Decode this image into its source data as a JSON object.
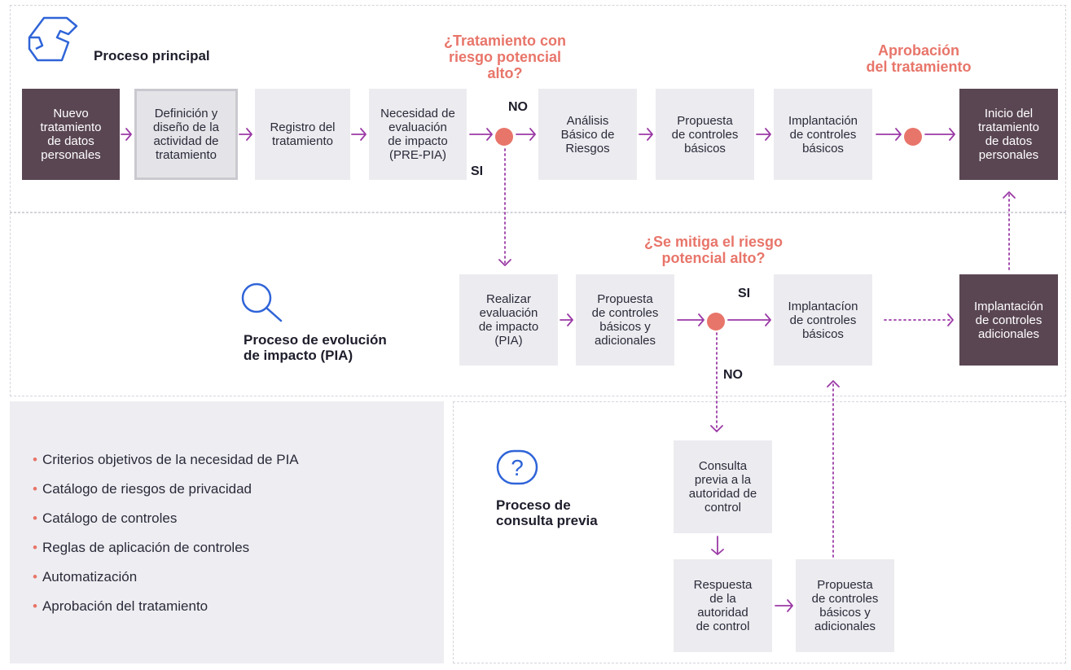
{
  "colors": {
    "accent": "#e8756a",
    "arrow": "#9b3aa6",
    "dark_box": "#5a4653",
    "light_box": "#ececf0"
  },
  "sections": {
    "main": {
      "label": "Proceso principal",
      "icon": "puzzle-icon"
    },
    "pia": {
      "label": "Proceso de evolución\nde impacto (PIA)",
      "icon": "magnifier-icon"
    },
    "consulta": {
      "label": "Proceso de\nconsulta previa",
      "icon": "question-icon"
    }
  },
  "questions": {
    "riesgo": "¿Tratamiento con\nriesgo potencial\nalto?",
    "aprobacion": "Aprobación\ndel tratamiento",
    "mitiga": "¿Se mitiga el riesgo\npotencial alto?"
  },
  "decisions": {
    "no_top": "NO",
    "si_top": "SI",
    "si_mid": "SI",
    "no_mid": "NO"
  },
  "boxes": {
    "nuevo": "Nuevo\ntratamiento\nde datos\npersonales",
    "definicion": "Definición y\ndiseño de la\nactividad de\ntratamiento",
    "registro": "Registro del\ntratamiento",
    "necesidad": "Necesidad de\nevaluación\nde impacto\n(PRE-PIA)",
    "analisis": "Análisis\nBásico de\nRiesgos",
    "propuesta_basicos": "Propuesta\nde controles\nbásicos",
    "implantacion_basicos_top": "Implantación\nde controles\nbásicos",
    "inicio": "Inicio del\ntratamiento\nde datos\npersonales",
    "realizar_pia": "Realizar\nevaluación\nde impacto\n(PIA)",
    "propuesta_adicionales": "Propuesta\nde controles\nbásicos y\nadicionales",
    "implantacion_basicos_mid": "Implantacíon\nde controles\nbásicos",
    "implantacion_adicionales": "Implantación\nde controles\nadicionales",
    "consulta_previa": "Consulta\nprevia a la\nautoridad de\ncontrol",
    "respuesta": "Respuesta\nde la\nautoridad\nde control",
    "propuesta_adicionales_bottom": "Propuesta\nde controles\nbásicos y\nadicionales"
  },
  "list_items": [
    "Criterios objetivos de la necesidad de PIA",
    "Catálogo de riesgos de privacidad",
    "Catálogo de controles",
    "Reglas de aplicación de controles",
    "Automatización",
    "Aprobación del tratamiento"
  ]
}
